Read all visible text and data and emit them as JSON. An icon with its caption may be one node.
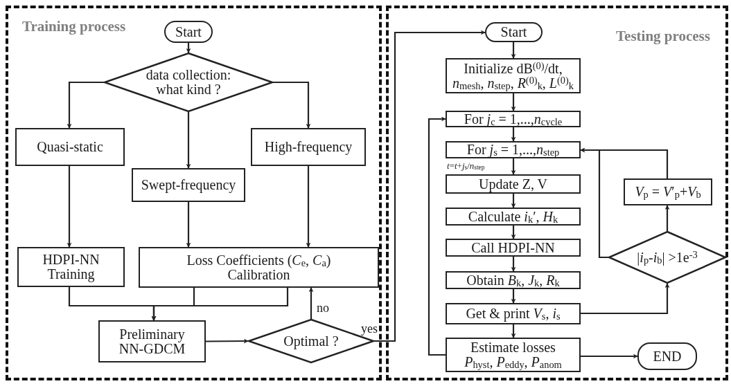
{
  "diagram": {
    "nodes": [
      {
        "text": [
          "Training process"
        ]
      },
      {
        "text": [
          "Start"
        ],
        "in": 0
      },
      {
        "text": [
          "data collection: what kind ?"
        ],
        "in": 0
      },
      {
        "text": [
          "Quasi-static"
        ],
        "in": 0
      },
      {
        "text": [
          "Swept-frequency"
        ],
        "in": 0
      },
      {
        "text": [
          "High-frequency"
        ],
        "in": 0
      },
      {
        "text": [
          "HDPI-NN Training"
        ],
        "in": 0
      },
      {
        "text": [
          "Loss Coefficients (*C*$_{e}$, *C*$_{a}$) Calibration"
        ],
        "in": 0
      },
      {
        "text": [
          "Preliminary NN-GDCM"
        ],
        "in": 0
      },
      {
        "text": [
          "Optimal ?"
        ],
        "in": 0
      },
      {
        "text": [
          "Testing process"
        ]
      },
      {
        "text": [
          "Start"
        ],
        "in": 10
      },
      {
        "text": [
          "Initialize dB$^{(0)}$/dt, *n*$_{mesh}$, *n*$_{step}$, *R*$^{(0)}$$_{k}$, *L*$^{(0)}$$_{k}$"
        ],
        "in": 10
      },
      {
        "text": [
          "For *j*$_{c}$ = 1,...,*n*$_{cycle}$"
        ],
        "in": 10
      },
      {
        "text": [
          "For *j*$_{s}$ = 1,...,*n*$_{step}$"
        ],
        "in": 10,
        "beside": [
          "*t*=*t*+*j*$_{s}$/*n*$_{step}$"
        ]
      },
      {
        "text": [
          "Update Z, V"
        ],
        "in": 10
      },
      {
        "text": [
          "Calculate *i*$_{k}$′, *H*$_{k}$"
        ],
        "in": 10
      },
      {
        "text": [
          "Call HDPI-NN"
        ],
        "in": 10
      },
      {
        "text": [
          "Obtain *B*$_{k}$, *J*$_{k}$, *R*$_{k}$"
        ],
        "in": 10
      },
      {
        "text": [
          "Get & print *V*$_{s}$, *i*$_{s}$"
        ],
        "in": 10
      },
      {
        "text": [
          "Estimate losses *P*$_{hyst}$, *P*$_{eddy}$, *P*$_{anom}$"
        ],
        "in": 10
      },
      {
        "text": [
          "END"
        ],
        "in": 10
      },
      {
        "text": [
          "*V*$_{p}$ = *V*′$_{p}$+*V*$_{b}$"
        ],
        "in": 10
      },
      {
        "text": [
          "|*i*$_{p}$-*i*$_{b}$| >1e$^{-3}$"
        ],
        "in": 10
      }
    ],
    "edges": [
      {
        "from": 1,
        "to": 2,
        "arrow": "to"
      },
      {
        "from": 2,
        "to": 3,
        "arrow": "to"
      },
      {
        "from": 2,
        "to": 4,
        "arrow": "to"
      },
      {
        "from": 2,
        "to": 5,
        "arrow": "to"
      },
      {
        "from": 3,
        "to": 6,
        "arrow": "to"
      },
      {
        "from": 4,
        "to": 7,
        "arrow": "to"
      },
      {
        "from": 5,
        "to": 7,
        "arrow": "to"
      },
      {
        "from": 6,
        "to": 8,
        "arrow": "to"
      },
      {
        "from": 7,
        "to": 8,
        "arrow": "to"
      },
      {
        "from": 7,
        "to": 8,
        "arrow": "to"
      },
      {
        "from": 8,
        "to": 9,
        "arrow": "to"
      },
      {
        "from": 9,
        "to": 7,
        "arrow": "to",
        "label": "no"
      },
      {
        "from": 9,
        "to": 11,
        "arrow": "to",
        "label": "yes"
      },
      {
        "from": 11,
        "to": 12,
        "arrow": "to"
      },
      {
        "from": 12,
        "to": 13,
        "arrow": "to"
      },
      {
        "from": 13,
        "to": 14,
        "arrow": "to"
      },
      {
        "from": 14,
        "to": 15,
        "arrow": "to"
      },
      {
        "from": 15,
        "to": 16,
        "arrow": "to"
      },
      {
        "from": 16,
        "to": 17,
        "arrow": "to"
      },
      {
        "from": 17,
        "to": 18,
        "arrow": "to"
      },
      {
        "from": 18,
        "to": 19,
        "arrow": "to"
      },
      {
        "from": 19,
        "to": 20,
        "arrow": "to"
      },
      {
        "from": 20,
        "to": 21,
        "arrow": "to"
      },
      {
        "from": 20,
        "to": 13,
        "arrow": "to"
      },
      {
        "from": 19,
        "to": 23,
        "arrow": "to"
      },
      {
        "from": 23,
        "to": 22,
        "arrow": "to"
      },
      {
        "from": 22,
        "to": 14,
        "arrow": "to"
      },
      {
        "from": 23,
        "to": 14,
        "arrow": "to"
      }
    ]
  }
}
